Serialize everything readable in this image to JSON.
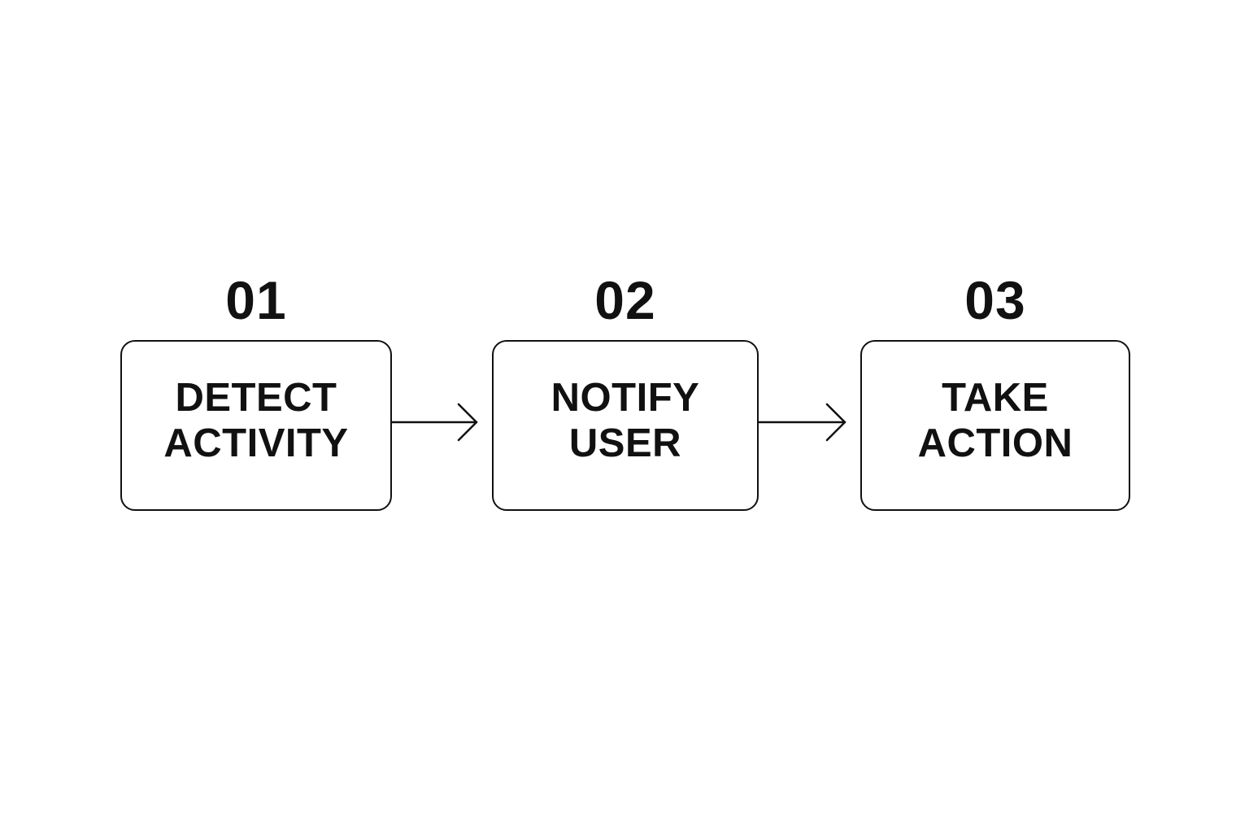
{
  "steps": [
    {
      "number": "01",
      "label_line1": "DETECT",
      "label_line2": "ACTIVITY"
    },
    {
      "number": "02",
      "label_line1": "NOTIFY",
      "label_line2": "USER"
    },
    {
      "number": "03",
      "label_line1": "TAKE",
      "label_line2": "ACTION"
    }
  ],
  "colors": {
    "stroke": "#111111",
    "text": "#111111",
    "background": "#ffffff"
  }
}
